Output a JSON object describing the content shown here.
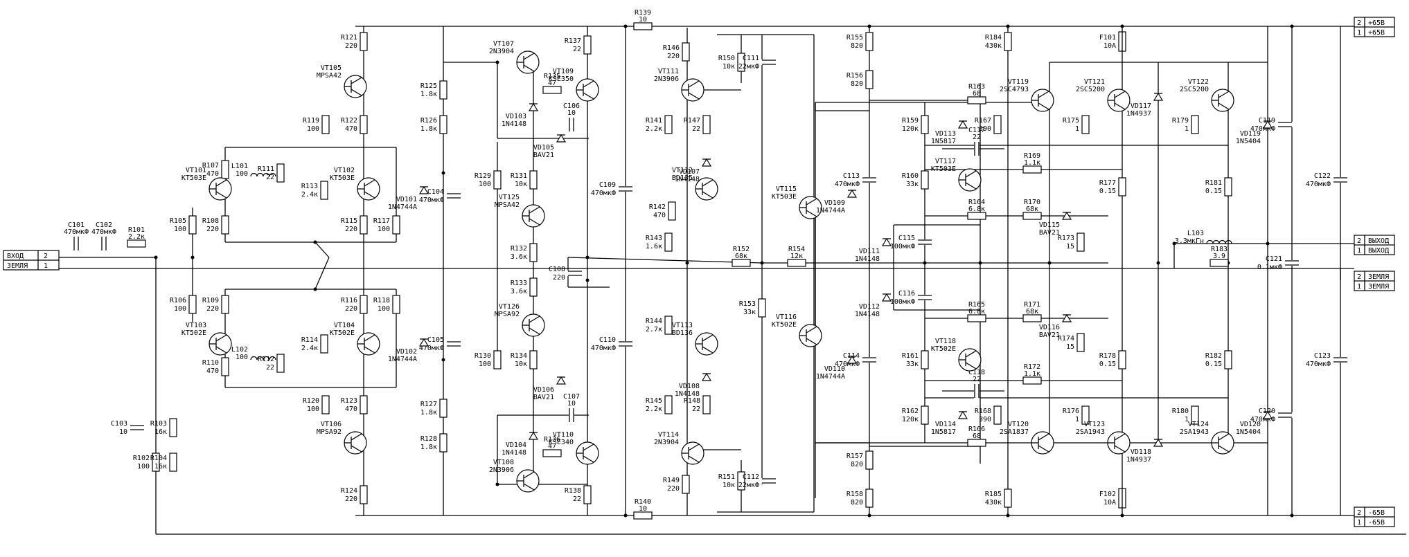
{
  "connectors": {
    "input": [
      {
        "name": "ВХОД",
        "pin": "2"
      },
      {
        "name": "ЗЕМЛЯ",
        "pin": "1"
      }
    ],
    "plus": [
      {
        "pin": "2",
        "name": "+65В"
      },
      {
        "pin": "1",
        "name": "+65В"
      }
    ],
    "minus": [
      {
        "pin": "2",
        "name": "-65В"
      },
      {
        "pin": "1",
        "name": "-65В"
      }
    ],
    "output": [
      {
        "pin": "2",
        "name": "ВЫХОД"
      },
      {
        "pin": "1",
        "name": "ВЫХОД"
      }
    ],
    "ground": [
      {
        "pin": "2",
        "name": "ЗЕМЛЯ"
      },
      {
        "pin": "1",
        "name": "ЗЕМЛЯ"
      }
    ]
  },
  "resistors": [
    {
      "ref": "R101",
      "val": "2.2к"
    },
    {
      "ref": "R102",
      "val": "100"
    },
    {
      "ref": "R103",
      "val": "16к"
    },
    {
      "ref": "R104",
      "val": "16к"
    },
    {
      "ref": "R105",
      "val": "100"
    },
    {
      "ref": "R106",
      "val": "100"
    },
    {
      "ref": "R107",
      "val": "470"
    },
    {
      "ref": "R108",
      "val": "220"
    },
    {
      "ref": "R109",
      "val": "220"
    },
    {
      "ref": "R110",
      "val": "470"
    },
    {
      "ref": "R111",
      "val": "22"
    },
    {
      "ref": "R112",
      "val": "22"
    },
    {
      "ref": "R113",
      "val": "2.4к"
    },
    {
      "ref": "R114",
      "val": "2.4к"
    },
    {
      "ref": "R115",
      "val": "220"
    },
    {
      "ref": "R116",
      "val": "220"
    },
    {
      "ref": "R117",
      "val": "100"
    },
    {
      "ref": "R118",
      "val": "100"
    },
    {
      "ref": "R119",
      "val": "100"
    },
    {
      "ref": "R120",
      "val": "100"
    },
    {
      "ref": "R121",
      "val": "220"
    },
    {
      "ref": "R122",
      "val": "470"
    },
    {
      "ref": "R123",
      "val": "470"
    },
    {
      "ref": "R124",
      "val": "220"
    },
    {
      "ref": "R125",
      "val": "1.8к"
    },
    {
      "ref": "R126",
      "val": "1.8к"
    },
    {
      "ref": "R127",
      "val": "1.8к"
    },
    {
      "ref": "R128",
      "val": "1.8к"
    },
    {
      "ref": "R129",
      "val": "100"
    },
    {
      "ref": "R130",
      "val": "100"
    },
    {
      "ref": "R131",
      "val": "10к"
    },
    {
      "ref": "R132",
      "val": "3.6к"
    },
    {
      "ref": "R133",
      "val": "3.6к"
    },
    {
      "ref": "R134",
      "val": "10к"
    },
    {
      "ref": "R135",
      "val": "47"
    },
    {
      "ref": "R136",
      "val": "47"
    },
    {
      "ref": "R137",
      "val": "22"
    },
    {
      "ref": "R138",
      "val": "22"
    },
    {
      "ref": "R139",
      "val": "10"
    },
    {
      "ref": "R140",
      "val": "10"
    },
    {
      "ref": "R141",
      "val": "2.2к"
    },
    {
      "ref": "R142",
      "val": "470"
    },
    {
      "ref": "R143",
      "val": "1.6к"
    },
    {
      "ref": "R144",
      "val": "2.7к"
    },
    {
      "ref": "R145",
      "val": "2.2к"
    },
    {
      "ref": "R146",
      "val": "220"
    },
    {
      "ref": "R147",
      "val": "22"
    },
    {
      "ref": "R148",
      "val": "22"
    },
    {
      "ref": "R149",
      "val": "220"
    },
    {
      "ref": "R150",
      "val": "10к"
    },
    {
      "ref": "R151",
      "val": "10к"
    },
    {
      "ref": "R152",
      "val": "68к"
    },
    {
      "ref": "R153",
      "val": "33к"
    },
    {
      "ref": "R154",
      "val": "12к"
    },
    {
      "ref": "R155",
      "val": "820"
    },
    {
      "ref": "R156",
      "val": "820"
    },
    {
      "ref": "R157",
      "val": "820"
    },
    {
      "ref": "R158",
      "val": "820"
    },
    {
      "ref": "R159",
      "val": "120к"
    },
    {
      "ref": "R160",
      "val": "33к"
    },
    {
      "ref": "R161",
      "val": "33к"
    },
    {
      "ref": "R162",
      "val": "120к"
    },
    {
      "ref": "R163",
      "val": "68"
    },
    {
      "ref": "R164",
      "val": "6.8к"
    },
    {
      "ref": "R165",
      "val": "6.8к"
    },
    {
      "ref": "R166",
      "val": "68"
    },
    {
      "ref": "R167",
      "val": "390"
    },
    {
      "ref": "R168",
      "val": "390"
    },
    {
      "ref": "R169",
      "val": "1.1к"
    },
    {
      "ref": "R170",
      "val": "68к"
    },
    {
      "ref": "R171",
      "val": "68к"
    },
    {
      "ref": "R172",
      "val": "1.1к"
    },
    {
      "ref": "R173",
      "val": "15"
    },
    {
      "ref": "R174",
      "val": "15"
    },
    {
      "ref": "R175",
      "val": "1"
    },
    {
      "ref": "R176",
      "val": "1"
    },
    {
      "ref": "R177",
      "val": "0.15"
    },
    {
      "ref": "R178",
      "val": "0.15"
    },
    {
      "ref": "R179",
      "val": "1"
    },
    {
      "ref": "R180",
      "val": "1"
    },
    {
      "ref": "R181",
      "val": "0.15"
    },
    {
      "ref": "R182",
      "val": "0.15"
    },
    {
      "ref": "R183",
      "val": "3.9"
    },
    {
      "ref": "R184",
      "val": "430к"
    },
    {
      "ref": "R185",
      "val": "430к"
    }
  ],
  "capacitors": [
    {
      "ref": "C101",
      "val": "470мкФ"
    },
    {
      "ref": "C102",
      "val": "470мкФ"
    },
    {
      "ref": "C103",
      "val": "10"
    },
    {
      "ref": "C104",
      "val": "470мкФ"
    },
    {
      "ref": "C105",
      "val": "470мкФ"
    },
    {
      "ref": "C106",
      "val": "10"
    },
    {
      "ref": "C107",
      "val": "10"
    },
    {
      "ref": "C108",
      "val": "220"
    },
    {
      "ref": "C109",
      "val": "470мкФ"
    },
    {
      "ref": "C110",
      "val": "470мкФ"
    },
    {
      "ref": "C111",
      "val": "22мкФ"
    },
    {
      "ref": "C112",
      "val": "22мкФ"
    },
    {
      "ref": "C113",
      "val": "470мкФ"
    },
    {
      "ref": "C114",
      "val": "470мкФ"
    },
    {
      "ref": "C115",
      "val": "100мкФ"
    },
    {
      "ref": "C116",
      "val": "100мкФ"
    },
    {
      "ref": "C117",
      "val": "22"
    },
    {
      "ref": "C118",
      "val": "22"
    },
    {
      "ref": "C119",
      "val": "470мкФ"
    },
    {
      "ref": "C120",
      "val": "470мкФ"
    },
    {
      "ref": "C121",
      "val": "0.1мкФ"
    },
    {
      "ref": "C122",
      "val": "470мкФ"
    },
    {
      "ref": "C123",
      "val": "470мкФ"
    }
  ],
  "transistors": [
    {
      "ref": "VT101",
      "val": "KT503E"
    },
    {
      "ref": "VT102",
      "val": "KT503E"
    },
    {
      "ref": "VT103",
      "val": "KT502E"
    },
    {
      "ref": "VT104",
      "val": "KT502E"
    },
    {
      "ref": "VT105",
      "val": "MPSA42"
    },
    {
      "ref": "VT106",
      "val": "MPSA92"
    },
    {
      "ref": "VT107",
      "val": "2N3904"
    },
    {
      "ref": "VT108",
      "val": "2N3906"
    },
    {
      "ref": "VT109",
      "val": "KSE350"
    },
    {
      "ref": "VT110",
      "val": "KSE340"
    },
    {
      "ref": "VT111",
      "val": "2N3906"
    },
    {
      "ref": "VT112",
      "val": "BD135"
    },
    {
      "ref": "VT113",
      "val": "BD136"
    },
    {
      "ref": "VT114",
      "val": "2N3904"
    },
    {
      "ref": "VT115",
      "val": "KT503E"
    },
    {
      "ref": "VT116",
      "val": "KT502E"
    },
    {
      "ref": "VT117",
      "val": "KT503E"
    },
    {
      "ref": "VT118",
      "val": "KT502E"
    },
    {
      "ref": "VT119",
      "val": "2SC4793"
    },
    {
      "ref": "VT120",
      "val": "2SA1837"
    },
    {
      "ref": "VT121",
      "val": "2SC5200"
    },
    {
      "ref": "VT122",
      "val": "2SC5200"
    },
    {
      "ref": "VT123",
      "val": "2SA1943"
    },
    {
      "ref": "VT124",
      "val": "2SA1943"
    },
    {
      "ref": "VT125",
      "val": "MPSA42"
    },
    {
      "ref": "VT126",
      "val": "MPSA92"
    }
  ],
  "diodes": [
    {
      "ref": "VD101",
      "val": "1N4744A"
    },
    {
      "ref": "VD102",
      "val": "1N4744A"
    },
    {
      "ref": "VD103",
      "val": "1N4148"
    },
    {
      "ref": "VD104",
      "val": "1N4148"
    },
    {
      "ref": "VD105",
      "val": "BAV21"
    },
    {
      "ref": "VD106",
      "val": "BAV21"
    },
    {
      "ref": "VD107",
      "val": "1N4148"
    },
    {
      "ref": "VD108",
      "val": "1N4148"
    },
    {
      "ref": "VD109",
      "val": "1N4744A"
    },
    {
      "ref": "VD110",
      "val": "1N4744A"
    },
    {
      "ref": "VD111",
      "val": "1N4148"
    },
    {
      "ref": "VD112",
      "val": "1N4148"
    },
    {
      "ref": "VD113",
      "val": "1N5817"
    },
    {
      "ref": "VD114",
      "val": "1N5817"
    },
    {
      "ref": "VD115",
      "val": "BAV21"
    },
    {
      "ref": "VD116",
      "val": "BAV21"
    },
    {
      "ref": "VD117",
      "val": "1N4937"
    },
    {
      "ref": "VD118",
      "val": "1N4937"
    },
    {
      "ref": "VD119",
      "val": "1N5404"
    },
    {
      "ref": "VD120",
      "val": "1N5404"
    }
  ],
  "inductors": [
    {
      "ref": "L101",
      "val": "100"
    },
    {
      "ref": "L102",
      "val": "100"
    },
    {
      "ref": "L103",
      "val": "3.3мкГн"
    }
  ],
  "fuses": [
    {
      "ref": "F101",
      "val": "10А"
    },
    {
      "ref": "F102",
      "val": "10А"
    }
  ]
}
